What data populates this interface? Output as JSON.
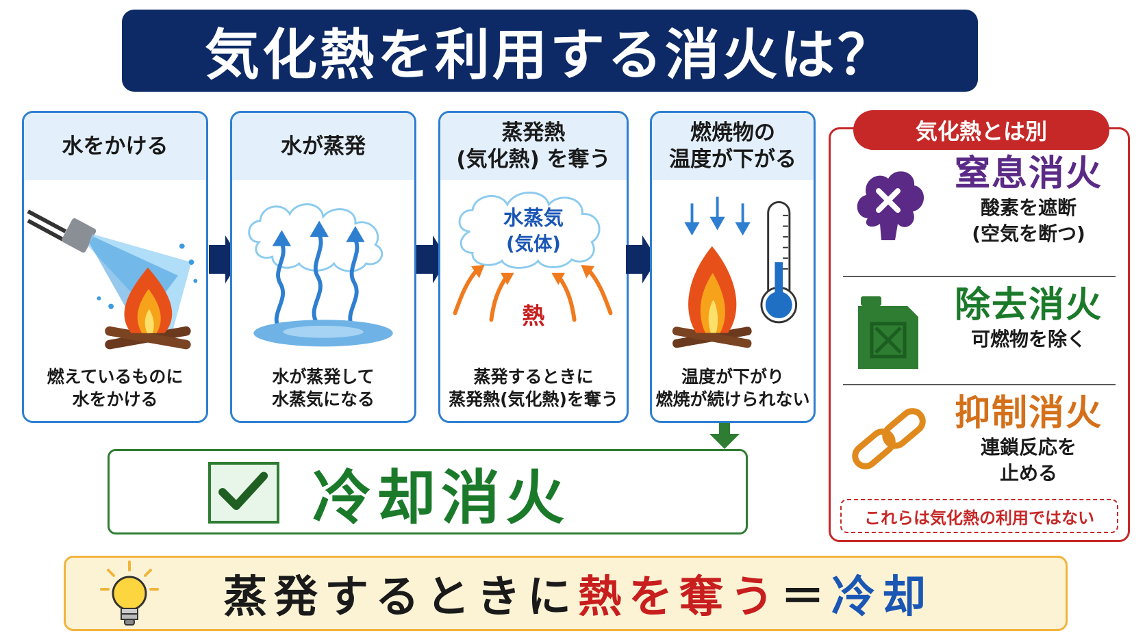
{
  "title": "気化熱を利用する消火は？",
  "steps": [
    {
      "heading": [
        "水をかける"
      ],
      "caption": [
        "燃えているものに",
        "水をかける"
      ]
    },
    {
      "heading": [
        "水が蒸発"
      ],
      "caption": [
        "水が蒸発して",
        "水蒸気になる"
      ]
    },
    {
      "heading": [
        "蒸発熱",
        "(気化熱) を奪う"
      ],
      "caption": [
        "蒸発するときに",
        "蒸発熱(気化熱)を奪う"
      ],
      "cloud_label": [
        "水蒸気",
        "(気体)"
      ],
      "heat_label": "熱"
    },
    {
      "heading": [
        "燃焼物の",
        "温度が下がる"
      ],
      "caption": [
        "温度が下がり",
        "燃焼が続けられない"
      ]
    }
  ],
  "result": {
    "label": "冷却消火"
  },
  "summary": {
    "part1": "蒸発するときに",
    "part2": "熱を奪う",
    "part3": "＝",
    "part4": "冷却"
  },
  "side": {
    "tag": "気化熱とは別",
    "methods": [
      {
        "name": "窒息消火",
        "desc": [
          "酸素を遮断",
          "(空気を断つ)"
        ],
        "color": "#5b2a86"
      },
      {
        "name": "除去消火",
        "desc": [
          "可燃物を除く"
        ],
        "color": "#1b7a2a"
      },
      {
        "name": "抑制消火",
        "desc": [
          "連鎖反応を",
          "止める"
        ],
        "color": "#d4701a"
      }
    ],
    "note": "これらは気化熱の利用ではない"
  },
  "colors": {
    "navy": "#0d2a66",
    "blue": "#2f7fd0",
    "green": "#2e7d32",
    "red": "#c62828",
    "yellow": "#f1b43c"
  }
}
